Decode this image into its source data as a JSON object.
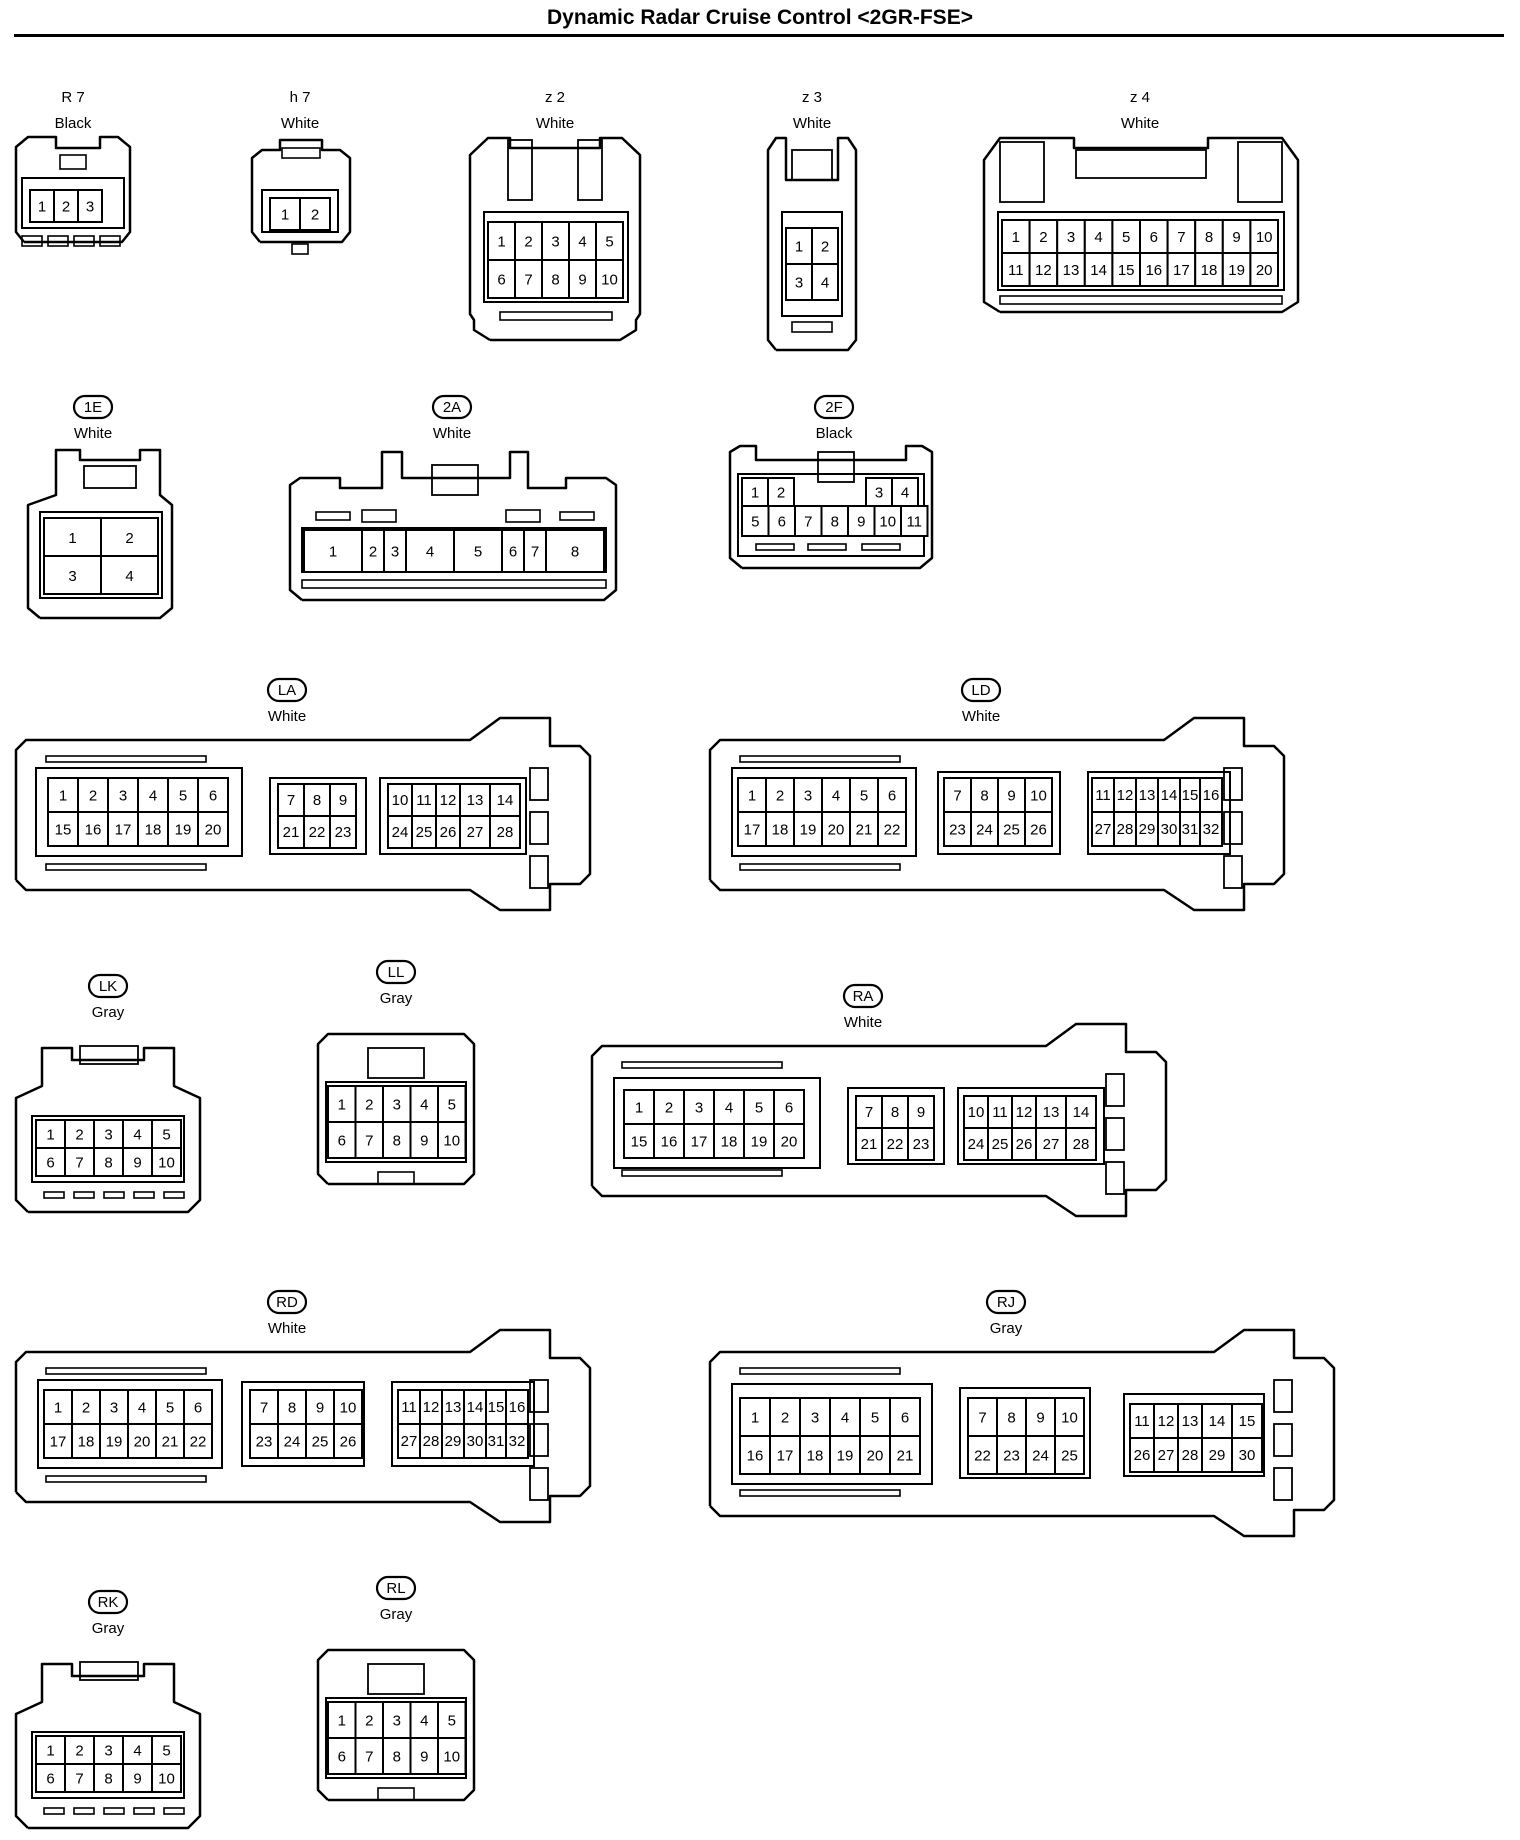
{
  "title": "Dynamic Radar Cruise Control <2GR-FSE>",
  "connectors": [
    {
      "id": "R 7",
      "badge": false,
      "color": "Black",
      "rows": [
        [
          "1",
          "2",
          "3"
        ]
      ]
    },
    {
      "id": "h 7",
      "badge": false,
      "color": "White",
      "rows": [
        [
          "1",
          "2"
        ]
      ]
    },
    {
      "id": "z 2",
      "badge": false,
      "color": "White",
      "rows": [
        [
          "1",
          "2",
          "3",
          "4",
          "5"
        ],
        [
          "6",
          "7",
          "8",
          "9",
          "10"
        ]
      ]
    },
    {
      "id": "z 3",
      "badge": false,
      "color": "White",
      "rows": [
        [
          "1",
          "2"
        ],
        [
          "3",
          "4"
        ]
      ]
    },
    {
      "id": "z 4",
      "badge": false,
      "color": "White",
      "rows": [
        [
          "1",
          "2",
          "3",
          "4",
          "5",
          "6",
          "7",
          "8",
          "9",
          "10"
        ],
        [
          "11",
          "12",
          "13",
          "14",
          "15",
          "16",
          "17",
          "18",
          "19",
          "20"
        ]
      ]
    },
    {
      "id": "1E",
      "badge": true,
      "color": "White",
      "rows": [
        [
          "1",
          "2"
        ],
        [
          "3",
          "4"
        ]
      ]
    },
    {
      "id": "2A",
      "badge": true,
      "color": "White",
      "rows": [
        [
          "1",
          "2",
          "3",
          "4",
          "5",
          "6",
          "7",
          "8"
        ]
      ]
    },
    {
      "id": "2F",
      "badge": true,
      "color": "Black",
      "rows": [
        [
          "1",
          "2",
          "",
          "",
          "3",
          "4"
        ],
        [
          "5",
          "6",
          "7",
          "8",
          "9",
          "10",
          "11"
        ]
      ]
    },
    {
      "id": "LA",
      "badge": true,
      "color": "White",
      "groups": [
        [
          [
            "1",
            "2",
            "3",
            "4",
            "5",
            "6"
          ],
          [
            "15",
            "16",
            "17",
            "18",
            "19",
            "20"
          ]
        ],
        [
          [
            "7",
            "8",
            "9"
          ],
          [
            "21",
            "22",
            "23"
          ]
        ],
        [
          [
            "10",
            "11",
            "12",
            "13",
            "14"
          ],
          [
            "24",
            "25",
            "26",
            "27",
            "28"
          ]
        ]
      ]
    },
    {
      "id": "LD",
      "badge": true,
      "color": "White",
      "groups": [
        [
          [
            "1",
            "2",
            "3",
            "4",
            "5",
            "6"
          ],
          [
            "17",
            "18",
            "19",
            "20",
            "21",
            "22"
          ]
        ],
        [
          [
            "7",
            "8",
            "9",
            "10"
          ],
          [
            "23",
            "24",
            "25",
            "26"
          ]
        ],
        [
          [
            "11",
            "12",
            "13",
            "14",
            "15",
            "16"
          ],
          [
            "27",
            "28",
            "29",
            "30",
            "31",
            "32"
          ]
        ]
      ]
    },
    {
      "id": "LK",
      "badge": true,
      "color": "Gray",
      "rows": [
        [
          "1",
          "2",
          "3",
          "4",
          "5"
        ],
        [
          "6",
          "7",
          "8",
          "9",
          "10"
        ]
      ]
    },
    {
      "id": "LL",
      "badge": true,
      "color": "Gray",
      "rows": [
        [
          "1",
          "2",
          "3",
          "4",
          "5"
        ],
        [
          "6",
          "7",
          "8",
          "9",
          "10"
        ]
      ]
    },
    {
      "id": "RA",
      "badge": true,
      "color": "White",
      "groups": [
        [
          [
            "1",
            "2",
            "3",
            "4",
            "5",
            "6"
          ],
          [
            "15",
            "16",
            "17",
            "18",
            "19",
            "20"
          ]
        ],
        [
          [
            "7",
            "8",
            "9"
          ],
          [
            "21",
            "22",
            "23"
          ]
        ],
        [
          [
            "10",
            "11",
            "12",
            "13",
            "14"
          ],
          [
            "24",
            "25",
            "26",
            "27",
            "28"
          ]
        ]
      ]
    },
    {
      "id": "RD",
      "badge": true,
      "color": "White",
      "groups": [
        [
          [
            "1",
            "2",
            "3",
            "4",
            "5",
            "6"
          ],
          [
            "17",
            "18",
            "19",
            "20",
            "21",
            "22"
          ]
        ],
        [
          [
            "7",
            "8",
            "9",
            "10"
          ],
          [
            "23",
            "24",
            "25",
            "26"
          ]
        ],
        [
          [
            "11",
            "12",
            "13",
            "14",
            "15",
            "16"
          ],
          [
            "27",
            "28",
            "29",
            "30",
            "31",
            "32"
          ]
        ]
      ]
    },
    {
      "id": "RJ",
      "badge": true,
      "color": "Gray",
      "groups": [
        [
          [
            "1",
            "2",
            "3",
            "4",
            "5",
            "6"
          ],
          [
            "16",
            "17",
            "18",
            "19",
            "20",
            "21"
          ]
        ],
        [
          [
            "7",
            "8",
            "9",
            "10"
          ],
          [
            "22",
            "23",
            "24",
            "25"
          ]
        ],
        [
          [
            "11",
            "12",
            "13",
            "14",
            "15"
          ],
          [
            "26",
            "27",
            "28",
            "29",
            "30"
          ]
        ]
      ]
    },
    {
      "id": "RK",
      "badge": true,
      "color": "Gray",
      "rows": [
        [
          "1",
          "2",
          "3",
          "4",
          "5"
        ],
        [
          "6",
          "7",
          "8",
          "9",
          "10"
        ]
      ]
    },
    {
      "id": "RL",
      "badge": true,
      "color": "Gray",
      "rows": [
        [
          "1",
          "2",
          "3",
          "4",
          "5"
        ],
        [
          "6",
          "7",
          "8",
          "9",
          "10"
        ]
      ]
    }
  ]
}
